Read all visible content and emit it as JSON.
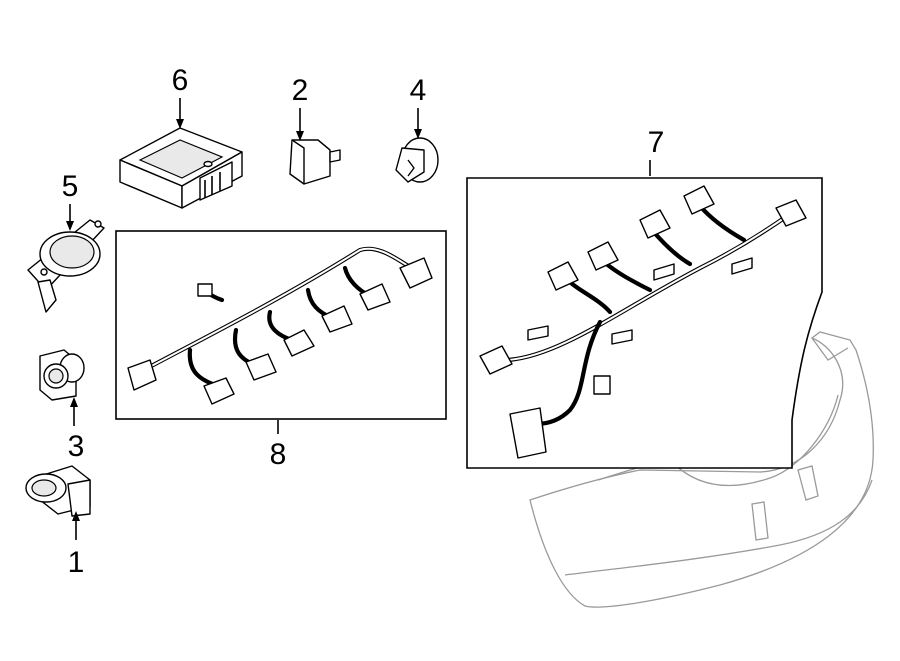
{
  "callouts": {
    "c1": "1",
    "c2": "2",
    "c3": "3",
    "c4": "4",
    "c5": "5",
    "c6": "6",
    "c7": "7",
    "c8": "8"
  },
  "parts": [
    {
      "callout": "1",
      "icon": "park-sensor-icon"
    },
    {
      "callout": "2",
      "icon": "sensor-bracket-icon"
    },
    {
      "callout": "3",
      "icon": "sensor-retainer-icon"
    },
    {
      "callout": "4",
      "icon": "clip-icon"
    },
    {
      "callout": "5",
      "icon": "warning-buzzer-icon"
    },
    {
      "callout": "6",
      "icon": "control-module-icon"
    },
    {
      "callout": "7",
      "icon": "wiring-harness-icon"
    },
    {
      "callout": "8",
      "icon": "wiring-harness-icon"
    }
  ],
  "colors": {
    "line": "#000000",
    "background": "#ffffff",
    "bumper_outline": "#9a9a9a"
  }
}
